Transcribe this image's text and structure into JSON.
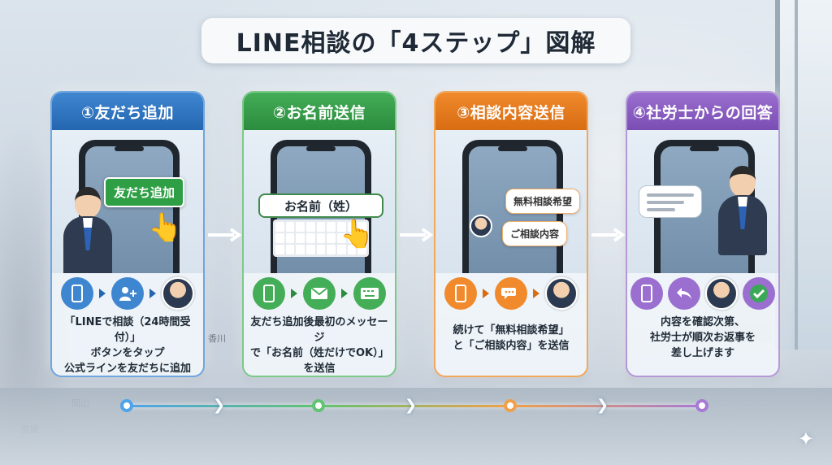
{
  "title": "LINE相談の「4ステップ」図解",
  "map_labels": [
    "香川",
    "岡山",
    "愛媛"
  ],
  "steps": [
    {
      "header": "①友だち追加",
      "bubble": "友だち追加",
      "icons": [
        "phone-icon",
        "add-friend-icon",
        "advisor-avatar"
      ],
      "desc": [
        "「LINEで相談（24時間受付）」",
        "ボタンをタップ",
        "公式ラインを友だちに追加"
      ]
    },
    {
      "header": "②お名前送信",
      "name_field": "お名前（姓）",
      "icons": [
        "phone-icon",
        "mail-icon",
        "keyboard-icon"
      ],
      "desc": [
        "友だち追加後最初のメッセージ",
        "で「お名前（姓だけでOK）」",
        "を送信"
      ]
    },
    {
      "header": "③相談内容送信",
      "chat_1": "無料相談希望",
      "chat_2": "ご相談内容",
      "icons": [
        "phone-icon",
        "chat-icon",
        "advisor-avatar"
      ],
      "desc": [
        "続けて「無料相談希望」",
        "と「ご相談内容」を送信"
      ]
    },
    {
      "header": "④社労士からの回答",
      "icons": [
        "phone-icon",
        "reply-icon",
        "advisor-avatar",
        "check-icon"
      ],
      "desc": [
        "内容を確認次第、",
        "社労士が順次お返事を",
        "差し上げます"
      ]
    }
  ],
  "colors": {
    "step1": "#2466b0",
    "step2": "#2b8c3e",
    "step3": "#d86c12",
    "step4": "#7a4db3"
  }
}
